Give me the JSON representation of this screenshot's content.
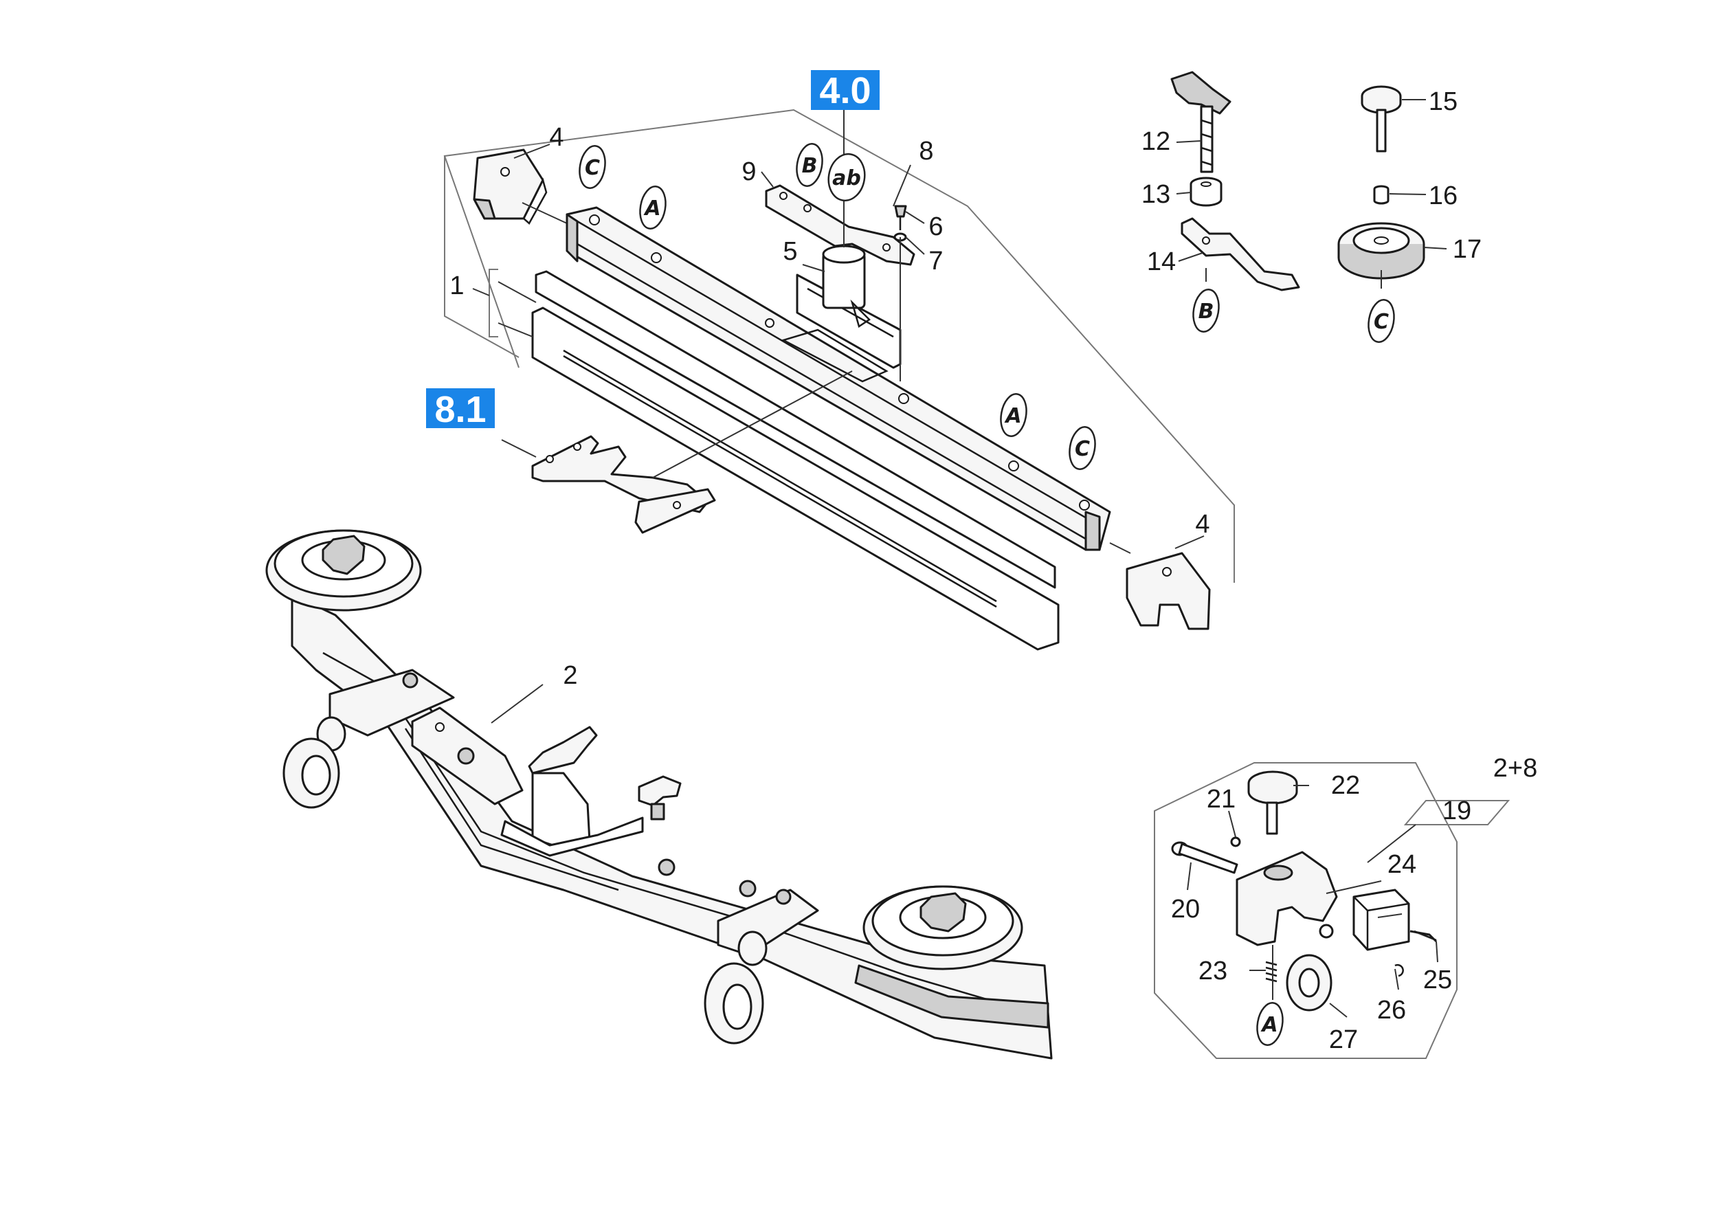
{
  "badges": {
    "b40": "4.0",
    "b81": "8.1"
  },
  "callouts": {
    "n1": "1",
    "n2": "2",
    "n4a": "4",
    "n4b": "4",
    "n5": "5",
    "n6": "6",
    "n7": "7",
    "n8": "8",
    "n9": "9",
    "n12": "12",
    "n13": "13",
    "n14": "14",
    "n15": "15",
    "n16": "16",
    "n17": "17",
    "n19": "19",
    "n20": "20",
    "n21": "21",
    "n22": "22",
    "n23": "23",
    "n24": "24",
    "n25": "25",
    "n26": "26",
    "n27": "27",
    "n28": "2+8"
  },
  "refs": {
    "c1": "C",
    "b1": "B",
    "ab": "ab",
    "a1": "A",
    "a2": "A",
    "c2": "C",
    "b2": "B",
    "c3": "C",
    "a3": "A"
  },
  "colors": {
    "badge": "#1a85e8",
    "line": "#1a1a1a"
  }
}
